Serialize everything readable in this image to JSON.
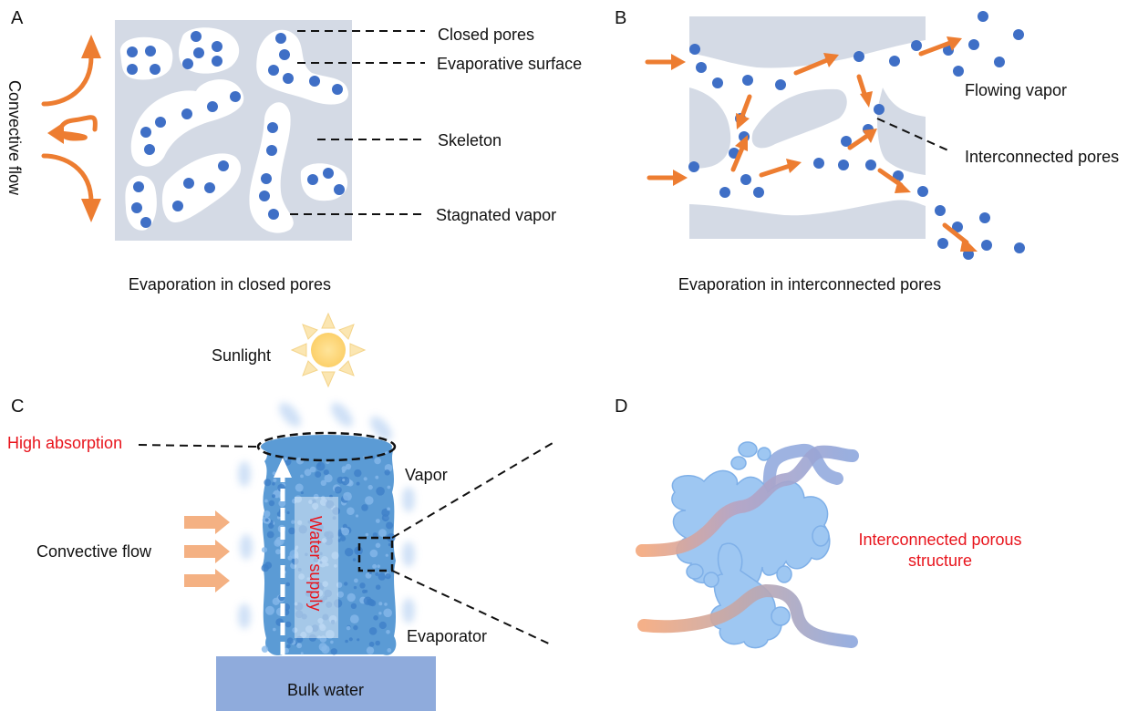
{
  "panels": {
    "a": "A",
    "b": "B",
    "c": "C",
    "d": "D"
  },
  "panel_a": {
    "side_label": "Convective flow",
    "labels": {
      "closed_pores": "Closed pores",
      "evaporative_surface": "Evaporative surface",
      "skeleton": "Skeleton",
      "stagnated_vapor": "Stagnated vapor"
    },
    "caption": "Evaporation in closed pores"
  },
  "panel_b": {
    "labels": {
      "flowing_vapor": "Flowing vapor",
      "interconnected_pores": "Interconnected pores"
    },
    "caption": "Evaporation in interconnected pores"
  },
  "panel_c": {
    "sunlight": "Sunlight",
    "high_absorption": "High absorption",
    "vapor": "Vapor",
    "convective_flow": "Convective flow",
    "water_supply": "Water supply",
    "evaporator": "Evaporator",
    "bulk_water": "Bulk water"
  },
  "panel_d": {
    "label_line1": "Interconnected porous",
    "label_line2": "structure"
  },
  "icons": [
    "sun-icon",
    "arrow-icon",
    "water-molecule-icon"
  ],
  "colors": {
    "skeleton": "#d4dae5",
    "vapor_dot": "#3f6fc6",
    "arrow": "#ed7d31",
    "arrow_light": "#f4b183",
    "evaporator": "#5b9bd5",
    "bulk_water": "#8fabdc",
    "highlight_text": "#e8141c"
  }
}
